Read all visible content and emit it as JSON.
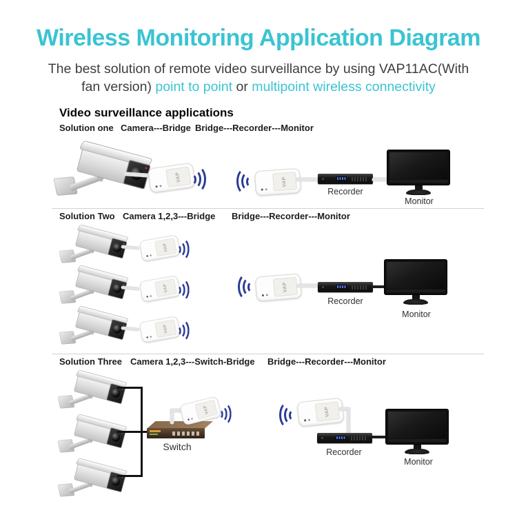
{
  "page": {
    "title": "Wireless Monitoring Application Diagram",
    "subtitle_line1": "The best solution of remote video surveillance by using VAP11AC(With",
    "subtitle_line2_plain1": "fan version) ",
    "subtitle_line2_accent1": "point to point",
    "subtitle_line2_plain2": " or ",
    "subtitle_line2_accent2": "multipoint wireless connectivity",
    "section_heading": "Video surveillance applications"
  },
  "solutions": [
    {
      "name": "Solution one",
      "left_spec": "Camera---Bridge",
      "right_spec": "Bridge---Recorder---Monitor"
    },
    {
      "name": "Solution Two",
      "left_spec": "Camera 1,2,3---Bridge",
      "right_spec": "Bridge---Recorder---Monitor"
    },
    {
      "name": "Solution Three",
      "left_spec": "Camera 1,2,3---Switch-Bridge",
      "right_spec": "Bridge---Recorder---Monitor"
    }
  ],
  "labels": {
    "recorder": "Recorder",
    "monitor": "Monitor",
    "switch": "Switch",
    "vap": "VAP"
  },
  "colors": {
    "accent_cyan": "#3ac4d2",
    "wifi_navy": "#2b3b96",
    "subtitle_gray": "#3e3e3e"
  }
}
